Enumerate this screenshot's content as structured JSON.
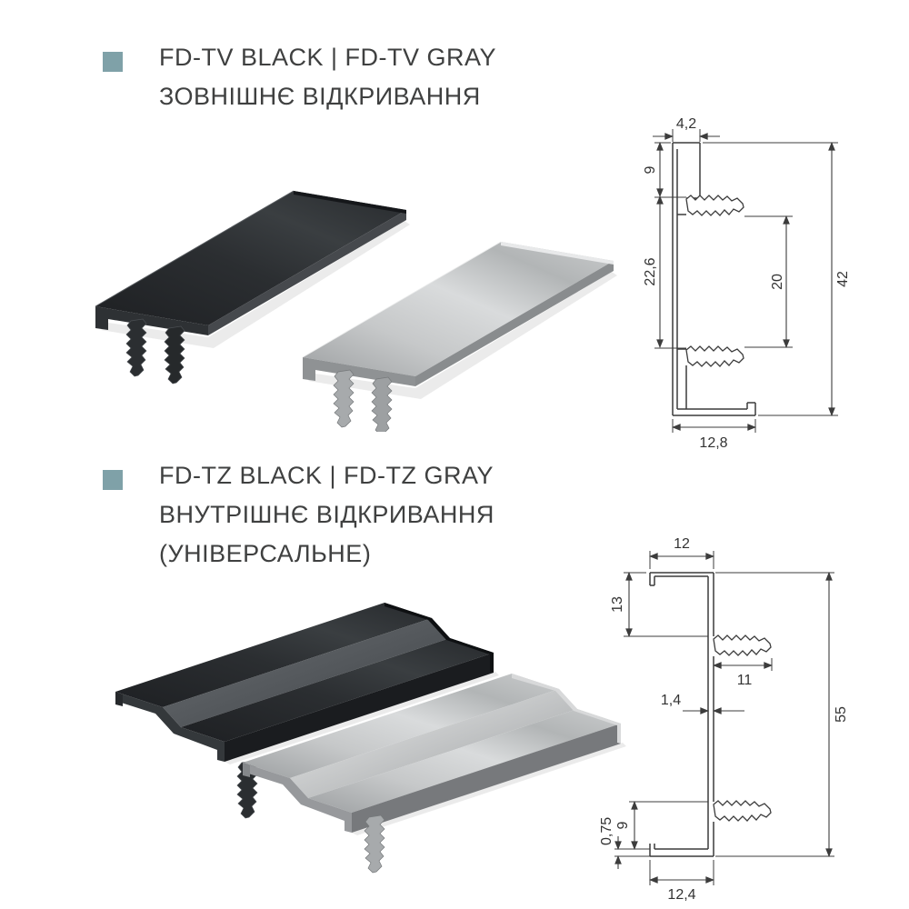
{
  "page": {
    "background": "#ffffff"
  },
  "colors": {
    "accent_bullet": "#7fa1a8",
    "heading_text": "#3f4040",
    "drawing_line": "#3c3c3c",
    "profile_black": "#26292c",
    "profile_black_edge": "#46494d",
    "profile_gray": "#b9bcbe",
    "profile_gray_edge": "#898c8e"
  },
  "sections": [
    {
      "title": "FD-TV BLACK | FD-TV GRAY",
      "subtitle_lines": [
        "ЗОВНІШНЄ ВІДКРИВАННЯ"
      ],
      "drawing_dims": {
        "top_width": "4,2",
        "upper_height": "9",
        "left_depth": "22,6",
        "inner_gap": "20",
        "overall_height": "42",
        "bottom_width": "12,8"
      }
    },
    {
      "title": "FD-TZ BLACK | FD-TZ GRAY",
      "subtitle_lines": [
        "ВНУТРІШНЄ ВІДКРИВАННЯ",
        "(УНІВЕРСАЛЬНЕ)"
      ],
      "drawing_dims": {
        "top_width": "12",
        "upper_height": "13",
        "fin_length": "11",
        "wall_thickness": "1,4",
        "overall_height": "55",
        "plate_thickness": "0,75",
        "lower_height": "9",
        "bottom_width": "12,4"
      }
    }
  ]
}
